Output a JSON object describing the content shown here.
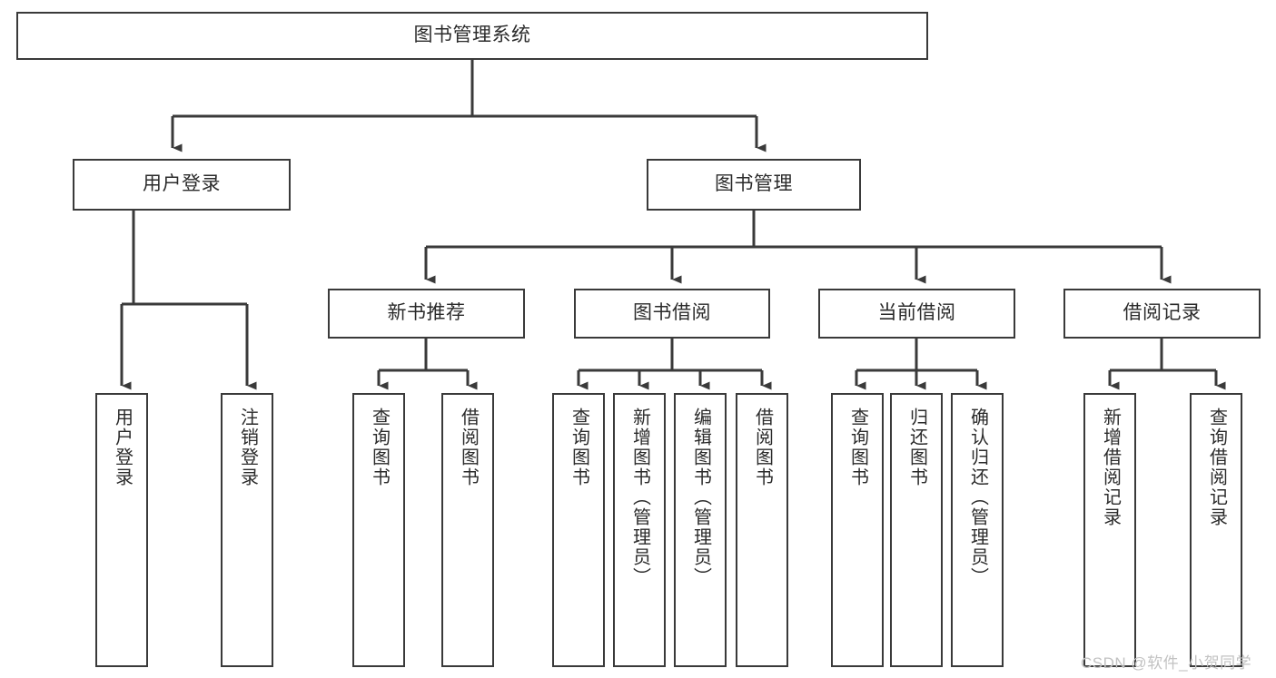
{
  "diagram": {
    "title": "图书管理系统",
    "watermark": "CSDN @软件_小贺同学",
    "root": {
      "label": "图书管理系统"
    },
    "level1": [
      {
        "label": "用户登录"
      },
      {
        "label": "图书管理"
      }
    ],
    "level2": [
      {
        "label": "新书推荐"
      },
      {
        "label": "图书借阅"
      },
      {
        "label": "当前借阅"
      },
      {
        "label": "借阅记录"
      }
    ],
    "leaves": {
      "user_login": [
        {
          "label": "用户登录"
        },
        {
          "label": "注销登录"
        }
      ],
      "new_book_recommend": [
        {
          "label": "查询图书"
        },
        {
          "label": "借阅图书"
        }
      ],
      "book_borrow": [
        {
          "label": "查询图书"
        },
        {
          "label": "新增图书（管理员）"
        },
        {
          "label": "编辑图书（管理员）"
        },
        {
          "label": "借阅图书"
        }
      ],
      "current_borrow": [
        {
          "label": "查询图书"
        },
        {
          "label": "归还图书"
        },
        {
          "label": "确认归还（管理员）"
        }
      ],
      "borrow_record": [
        {
          "label": "新增借阅记录"
        },
        {
          "label": "查询借阅记录"
        }
      ]
    },
    "colors": {
      "stroke": "#3a3a3a",
      "text": "#2b2b2b",
      "background": "#ffffff",
      "watermark": "#c2c2c2"
    }
  }
}
